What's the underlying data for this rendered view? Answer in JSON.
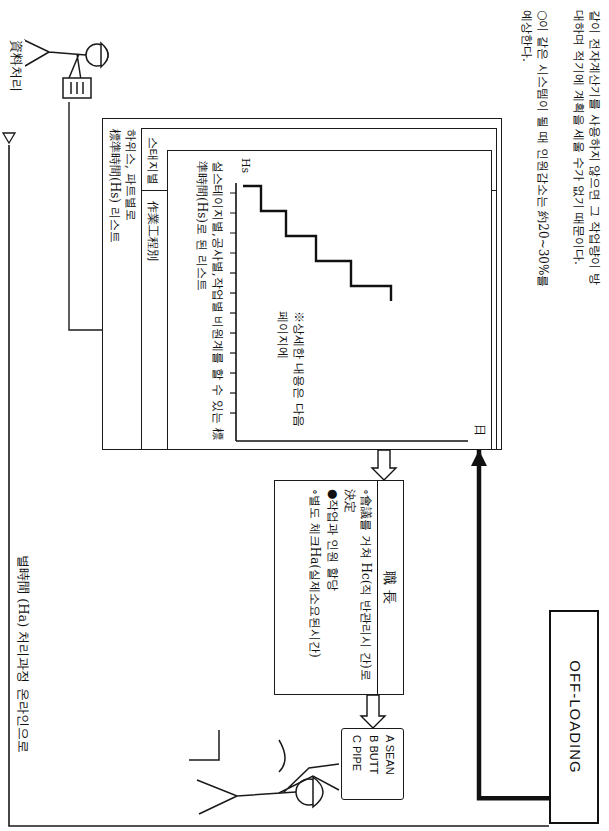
{
  "diagram": {
    "nodes": [
      {
        "text": [
          "하위스, 파트별로",
          "標準時間(Hs) 리스트"
        ]
      },
      {
        "text": [
          "스태지별"
        ]
      },
      {
        "text": [
          "作業工程別"
        ]
      },
      {
        "text": [
          "설스테이지별,공사별,작업별 비원계를 할 수 있는 標準時間(Hs)로 된 리스트",
          "※상세한 내용은 다음페이지에"
        ]
      },
      {
        "text": [
          "職 長",
          "∘會議를 거쳐 Hc(직 반관리시 간)로 決定",
          "●작업과 인원 할당",
          "∘별도 체크Ha(실제소요된시간)"
        ]
      },
      {
        "text": [
          "A SEAN",
          "B BUTT",
          "C PIPE"
        ]
      },
      {
        "text": [
          "OFF-LOADING"
        ]
      }
    ],
    "edges": [
      {
        "from": 3,
        "to": 4,
        "arrow": "to"
      },
      {
        "from": 4,
        "to": 5,
        "arrow": "to"
      },
      {
        "from": 6,
        "to": 3,
        "arrow": "to"
      }
    ],
    "labels": [
      "資料처리",
      "같이 전자계산기를 사용하지 않으면 그 작업량이 방대하며 적기에 계획을 세울 수가 없기 때문이다.",
      "○이 같은 시스템이 될 때 인원감소는 約20~30%를 예상한다.",
      "Hs",
      "日",
      "별時間 (Ha) 처리과정 온라인으로"
    ]
  }
}
